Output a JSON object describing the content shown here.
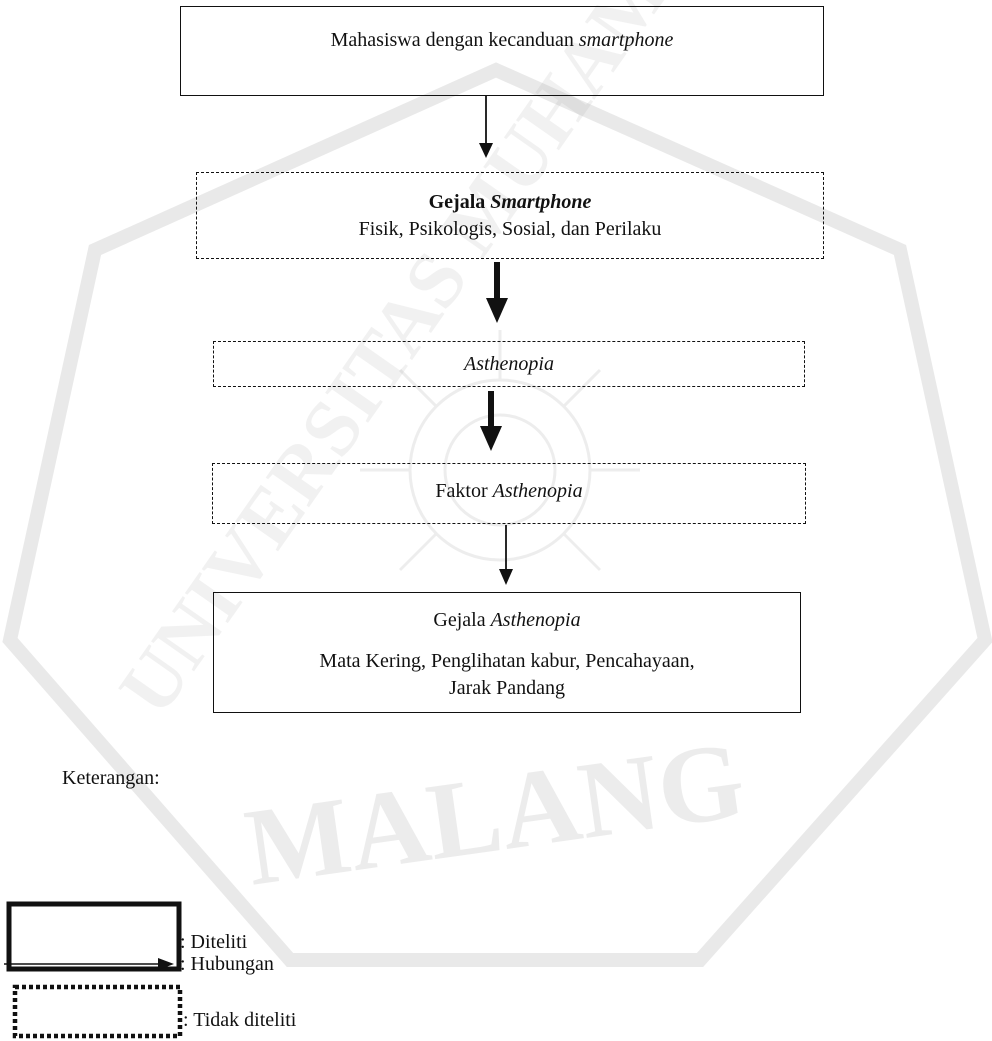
{
  "watermark": {
    "crest_text": "UNIVERSITAS MUHAMMADIYAH",
    "city_text": "MALANG"
  },
  "boxes": {
    "top": {
      "prefix": "Mahasiswa dengan kecanduan ",
      "italic": "smartphone"
    },
    "gejala_smartphone": {
      "title_plain": "Gejala ",
      "title_italic": "Smartphone",
      "subtitle": "Fisik, Psikologis, Sosial, dan Perilaku"
    },
    "asthenopia": {
      "italic": "Asthenopia"
    },
    "faktor": {
      "prefix": "Faktor ",
      "italic": "Asthenopia"
    },
    "gejala_asthenopia": {
      "title_prefix": "Gejala ",
      "title_italic": "Asthenopia",
      "line1": "Mata Kering, Penglihatan kabur, Pencahayaan,",
      "line2": "Jarak Pandang"
    }
  },
  "legend": {
    "title": "Keterangan:",
    "diteliti": ": Diteliti",
    "hubungan": ": Hubungan",
    "tidak_diteliti": ": Tidak diteliti"
  }
}
